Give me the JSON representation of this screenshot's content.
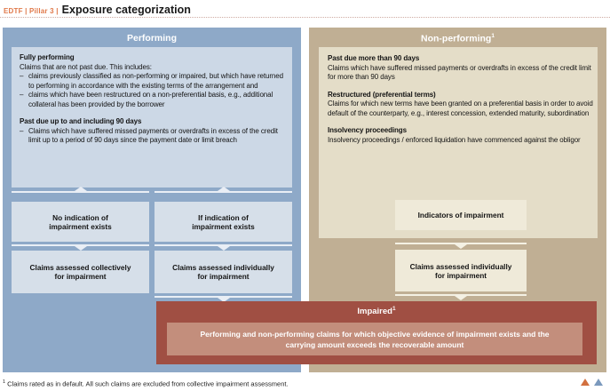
{
  "header": {
    "eyebrow": "EDTF | Pillar 3 |",
    "title": "Exposure categorization"
  },
  "glyphs": {
    "dash": "–"
  },
  "performing": {
    "title": "Performing",
    "definitions": {
      "fully_performing": {
        "heading": "Fully performing",
        "intro": "Claims that are not past due. This includes:",
        "bullets": [
          "claims previously classified as non-performing or impaired, but which have returned to performing in accordance with the existing terms of the arrangement and",
          "claims which have been restructured on a non-preferential basis, e.g., additional collateral has been provided by the borrower"
        ]
      },
      "past_due_90": {
        "heading": "Past due up to and including 90 days",
        "bullets": [
          "Claims which have suffered missed payments or overdrafts in excess of the credit limit up to a period of 90 days since the payment date or limit breach"
        ]
      }
    },
    "flow": {
      "no_indication": "No indication of impairment exists",
      "if_indication": "If indication of impairment exists",
      "collective": "Claims assessed collectively for impairment",
      "individual": "Claims assessed individually for impairment"
    }
  },
  "non_performing": {
    "title": "Non-performing",
    "footnote_marker": "1",
    "sections": [
      {
        "heading": "Past due more than 90 days",
        "body": "Claims which have suffered missed payments or overdrafts in excess of the credit limit for more than 90 days"
      },
      {
        "heading": "Restructured (preferential terms)",
        "body": "Claims for which new terms have been granted on a preferential basis in order to avoid default of the counterparty, e.g., interest concession, extended maturity, subordination"
      },
      {
        "heading": "Insolvency proceedings",
        "body": "Insolvency proceedings / enforced liquidation have commenced against the obligor"
      }
    ],
    "flow": {
      "indicators": "Indicators of impairment",
      "individual": "Claims assessed individually for impairment"
    }
  },
  "impaired": {
    "title": "Impaired",
    "footnote_marker": "1",
    "body": "Performing and non-performing claims for which objective evidence of impairment exists and the carrying amount exceeds the recoverable amount"
  },
  "footnote": {
    "marker": "1",
    "text": "Claims rated as in default. All such claims are excluded from collective impairment assessment."
  },
  "colors": {
    "accent_orange": "#e0794a",
    "panel_blue": "#8ea9c8",
    "box_blue": "#ccd8e6",
    "panel_tan": "#c0af94",
    "box_cream": "#e4ddc8",
    "box_cream_light": "#efead9",
    "impaired_dark": "#a04f43",
    "impaired_light": "#c38e7c",
    "nav_triangle_orange": "#d2703f",
    "nav_triangle_blue": "#7b99bd"
  }
}
